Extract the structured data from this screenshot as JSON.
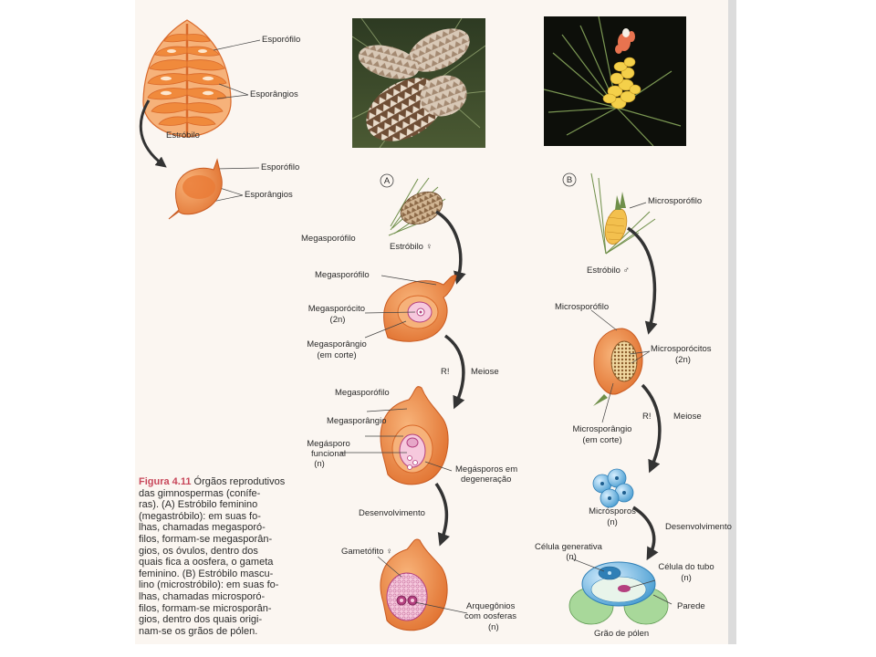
{
  "labels": {
    "esporofilo_1": "Esporófilo",
    "esporangios_1": "Esporângios",
    "estrobilo": "Estróbilo",
    "esporofilo_2": "Esporófilo",
    "esporangios_2": "Esporângios",
    "panel_a": "A",
    "panel_b": "B",
    "megasporofilo_top": "Megasporófilo",
    "estrobilo_fem": "Estróbilo ♀",
    "megasporofilo_2": "Megasporófilo",
    "megasporocito": "Megasporócito",
    "megasporocito_ploidy": "(2n)",
    "megasporangio_corte": "Megasporângio",
    "em_corte_1": "(em corte)",
    "r_a": "R!",
    "meiose_a": "Meiose",
    "megasporofilo_3": "Megasporófilo",
    "megasporangio": "Megasporângio",
    "megasporo": "Megásporo",
    "funcional": "funcional",
    "n_1": "(n)",
    "megasporos_em": "Megásporos em",
    "degeneracao": "degeneração",
    "desenvolvimento_a": "Desenvolvimento",
    "gametofito": "Gametófito ♀",
    "arquegonios": "Arquegônios",
    "com_oosferas": "com oosferas",
    "n_2": "(n)",
    "microsporofilo_top": "Microsporófilo",
    "estrobilo_masc": "Estróbilo ♂",
    "microsporofilo_2": "Microsporófilo",
    "microsporocitos": "Microsporócitos",
    "microsporocitos_ploidy": "(2n)",
    "microsporangio": "Microsporângio",
    "em_corte_2": "(em corte)",
    "r_b": "R!",
    "meiose_b": "Meiose",
    "microsporos": "Micrósporos",
    "n_3": "(n)",
    "desenvolvimento_b": "Desenvolvimento",
    "celula_generativa": "Célula generativa",
    "n_4": "(n)",
    "celula_do_tubo": "Célula do tubo",
    "n_5": "(n)",
    "parede": "Parede",
    "grao_de_polen": "Grão de pólen"
  },
  "caption": {
    "figure_label": "Figura 4.11",
    "line_1_rest": " Órgãos reprodutivos",
    "lines": [
      "das gimnospermas (conífe-",
      "ras). (A) Estróbilo feminino",
      "(megastróbilo): em suas fo-",
      "lhas, chamadas megasporó-",
      "filos, formam-se megasporân-",
      "gios, os óvulos, dentro dos",
      "quais fica a oosfera, o gameta",
      "feminino. (B) Estróbilo mascu-",
      "lino (microstróbilo): em suas fo-",
      "lhas, chamadas microsporó-",
      "filos, formam-se microsporân-",
      "gios, dentro dos quais origi-",
      "nam-se os grãos de pólen."
    ]
  },
  "colors": {
    "orange": "#f08a3c",
    "orange_light": "#f6b27a",
    "orange_dark": "#d9692a",
    "pink": "#e6a7c8",
    "magenta": "#b4407f",
    "blue": "#5fb0dd",
    "green": "#a8d89a",
    "arrow": "#333333"
  }
}
